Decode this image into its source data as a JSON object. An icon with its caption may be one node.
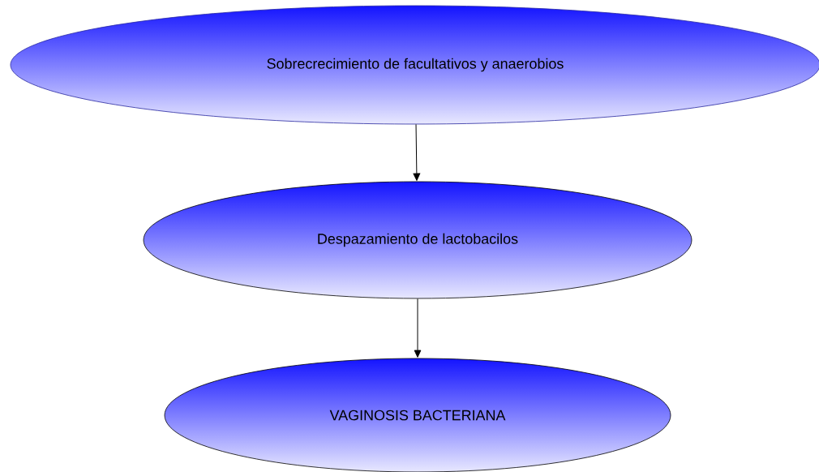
{
  "diagram": {
    "nodes": [
      {
        "text": [
          "Sobrecrecimiento de facultativos y anaerobios"
        ]
      },
      {
        "text": [
          "Despazamiento de lactobacilos"
        ]
      },
      {
        "text": [
          "VAGINOSIS BACTERIANA"
        ]
      }
    ],
    "edges": [
      {
        "from": 0,
        "to": 1,
        "arrow": "to"
      },
      {
        "from": 1,
        "to": 2,
        "arrow": "to"
      }
    ]
  }
}
